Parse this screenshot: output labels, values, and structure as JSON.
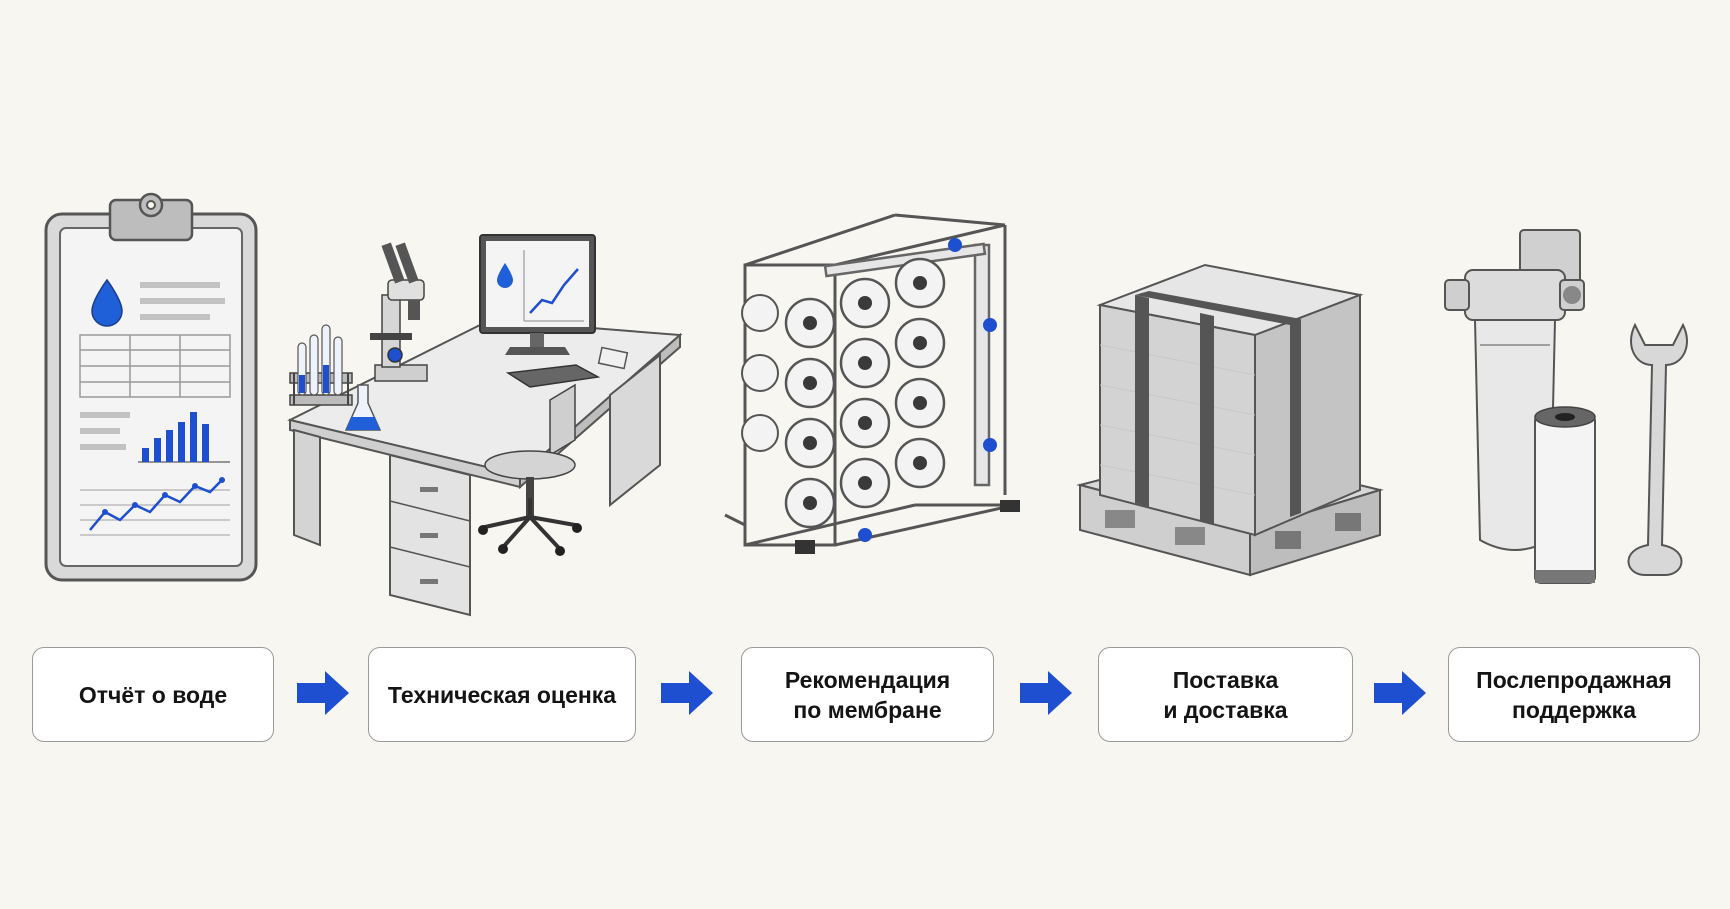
{
  "steps": [
    {
      "lines": [
        "Отчёт о воде"
      ]
    },
    {
      "lines": [
        "Техническая оценка"
      ]
    },
    {
      "lines": [
        "Рекомендация",
        "по мембране"
      ]
    },
    {
      "lines": [
        "Поставка",
        "и доставка"
      ]
    },
    {
      "lines": [
        "Послепродажная",
        "поддержка"
      ]
    }
  ],
  "colors": {
    "accent_blue": "#1f4fd1",
    "line_gray": "#5a5a5a",
    "background": "#f8f6f1"
  },
  "icons": [
    "clipboard-report-icon",
    "lab-desk-icon",
    "membrane-rack-icon",
    "pallet-icon",
    "filter-wrench-icon",
    "arrow-right-icon"
  ]
}
